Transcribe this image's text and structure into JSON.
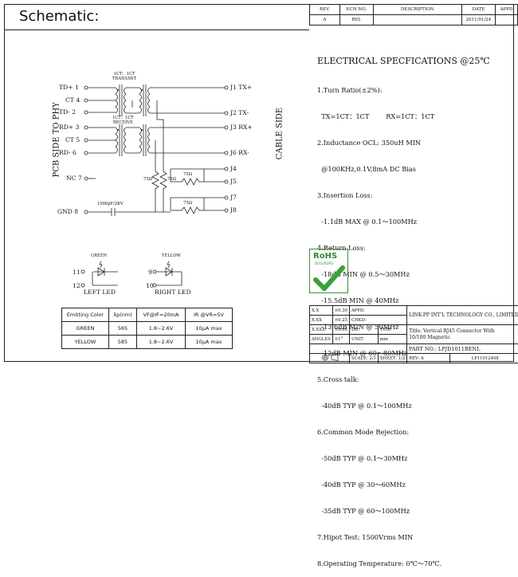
{
  "header": {
    "title": "Schematic:"
  },
  "revision": {
    "headers": [
      "REV.",
      "ECN NO.",
      "DESCRIPTION",
      "DATE",
      "APPD"
    ],
    "row": [
      "A",
      "REL",
      "",
      "2011/01/24",
      ""
    ]
  },
  "schematic": {
    "left_side_label": "PCB SIDE TO PHY",
    "right_side_label": "CABLE SIDE",
    "transformer1_label": "1CT：1CT\nTRANSMIT",
    "transformer2_label": "1CT：1CT\nRECEIVE",
    "pins_left": [
      {
        "name": "TD+",
        "num": "1"
      },
      {
        "name": "CT",
        "num": "4"
      },
      {
        "name": "TD-",
        "num": "2"
      },
      {
        "name": "RD+",
        "num": "3"
      },
      {
        "name": "CT",
        "num": "5"
      },
      {
        "name": "RD-",
        "num": "6"
      },
      {
        "name": "NC",
        "num": "7"
      },
      {
        "name": "GND",
        "num": "8"
      }
    ],
    "pins_right": [
      "J1 TX+",
      "J2 TX-",
      "J3 RX+",
      "J6 RX-",
      "J4",
      "J5",
      "J7",
      "J8"
    ],
    "resistor_label": "75Ω",
    "capacitor_label": "1000pF/2KV"
  },
  "leds": {
    "left": {
      "color_label": "GREEN",
      "pin_a": "11",
      "pin_b": "12",
      "label": "LEFT LED"
    },
    "right": {
      "color_label": "YELLOW",
      "pin_a": "9",
      "pin_b": "10",
      "label": "RIGHT LED"
    }
  },
  "emit_table": {
    "headers": [
      "Emitting Color",
      "λp(nm)",
      "VF@IF=20mA",
      "IR @VR=5V"
    ],
    "rows": [
      [
        "GREEN",
        "565",
        "1.8~2.6V",
        "10μA max"
      ],
      [
        "YELLOW",
        "585",
        "1.8~2.6V",
        "10μA max"
      ]
    ]
  },
  "specs": {
    "title": "ELECTRICAL SPECFICATIONS @25℃",
    "lines": [
      "1.Turn Ratio(±2%):",
      "  TX=1CT：1CT        RX=1CT：1CT",
      "2.Inductance OCL: 350uH MIN",
      "  @100KHz,0.1V,8mA DC Bias",
      "3.Insertion Loss:",
      "  -1.1dB MAX @ 0.1～100MHz",
      "4.Return Loss:",
      "  -18dB MIN @ 0.5～30MHz",
      "  -15.5dB MIN @ 40MHz",
      "  -13.6dB MIN @ 50MHz",
      "  -12dB MIN @ 60～80MHz",
      "5.Cross talk:",
      "  -40dB TYP @ 0.1～100MHz",
      "6.Common Mode Rejection:",
      "  -50dB TYP @ 0.1～30MHz",
      "  -40dB TYP @ 30～60MHz",
      "  -35dB TYP @ 60～100MHz",
      "7.Hipot Test: 1500Vrms MIN",
      "8.Operating Temperature: 0℃～70℃."
    ]
  },
  "rohs": {
    "label": "RoHS",
    "sub": "2011/65/EU"
  },
  "title_block": {
    "tol1": "X.X",
    "tol1v": "±0.30",
    "tol2": "X.XX",
    "tol2v": "±0.25",
    "tol3": "X.XXX",
    "tol3v": "±0.05",
    "angles": "ANGLES",
    "anglesv": "±1°",
    "appd": "APPD:",
    "chkd": "CHKD:",
    "dr": "DR:",
    "drv": "TOM",
    "unit": "UNIT:",
    "unitv": "mm",
    "company": "LINK-PP INT'L TECHNOLOGY CO., LIMITED",
    "title_label": "Title:",
    "title_value": "Vertical RJ45 Connector With",
    "title_value2": "10/100 Magnetic",
    "part_no_label": "PART NO.:",
    "part_no": "LPJD1011BENL",
    "scale_label": "SCALE:",
    "scale": "2/1",
    "sheet_label": "SHEET:",
    "sheet": "1/2",
    "rev_label": "REV:",
    "rev": "A",
    "doc_no": "LP11012408"
  }
}
